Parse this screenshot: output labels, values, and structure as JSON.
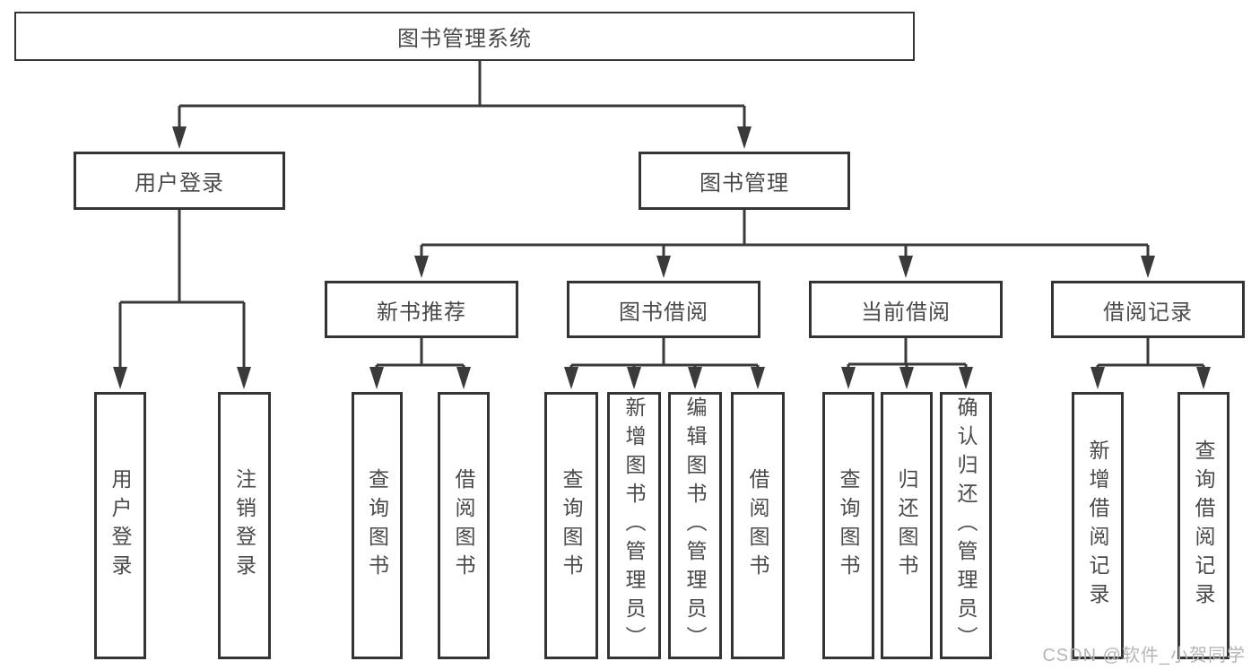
{
  "diagram": {
    "type": "org-tree",
    "root": {
      "label": "图书管理系统"
    },
    "branches": [
      {
        "label": "用户登录",
        "children": [
          {
            "label": "用户登录"
          },
          {
            "label": "注销登录"
          }
        ]
      },
      {
        "label": "图书管理",
        "children": [
          {
            "label": "新书推荐",
            "children": [
              {
                "label": "查询图书"
              },
              {
                "label": "借阅图书"
              }
            ]
          },
          {
            "label": "图书借阅",
            "children": [
              {
                "label": "查询图书"
              },
              {
                "label": "新增图书（管理员）"
              },
              {
                "label": "编辑图书（管理员）"
              },
              {
                "label": "借阅图书"
              }
            ]
          },
          {
            "label": "当前借阅",
            "children": [
              {
                "label": "查询图书"
              },
              {
                "label": "归还图书"
              },
              {
                "label": "确认归还（管理员）"
              }
            ]
          },
          {
            "label": "借阅记录",
            "children": [
              {
                "label": "新增借阅记录"
              },
              {
                "label": "查询借阅记录"
              }
            ]
          }
        ]
      }
    ],
    "watermark": "CSDN @软件_小贺同学",
    "colors": {
      "line": "#3a3a3a",
      "box_border": "#343434",
      "text": "#4a4a4a",
      "watermark": "#b6b6b6",
      "background": "#ffffff"
    }
  }
}
